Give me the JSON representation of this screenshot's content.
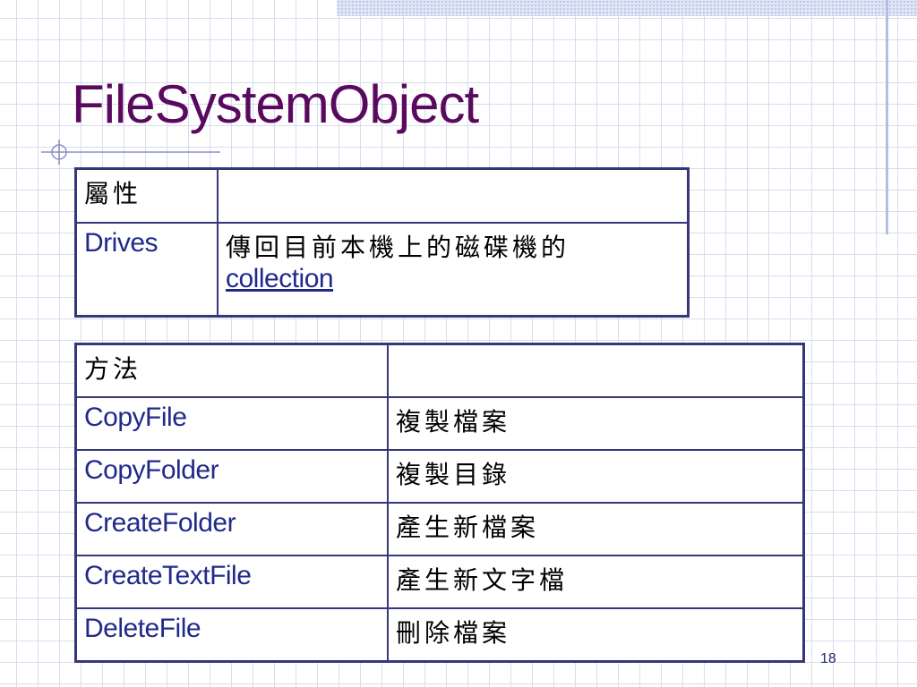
{
  "slide": {
    "title": "FileSystemObject",
    "page_number": "18"
  },
  "properties_table": {
    "header": [
      "屬性",
      ""
    ],
    "rows": [
      {
        "name": "Drives",
        "desc_text": "傳回目前本機上的磁碟機的",
        "desc_link": "collection"
      }
    ]
  },
  "methods_table": {
    "header": [
      "方法",
      ""
    ],
    "rows": [
      {
        "name": "CopyFile",
        "desc": "複製檔案"
      },
      {
        "name": "CopyFolder",
        "desc": "複製目錄"
      },
      {
        "name": "CreateFolder",
        "desc": "產生新檔案"
      },
      {
        "name": "CreateTextFile",
        "desc": "產生新文字檔"
      },
      {
        "name": "DeleteFile",
        "desc": "刪除檔案"
      }
    ]
  },
  "colors": {
    "title": "#5a0a5e",
    "text": "#1f2a8a",
    "border": "#35377a",
    "grid": "#d9dcef"
  }
}
